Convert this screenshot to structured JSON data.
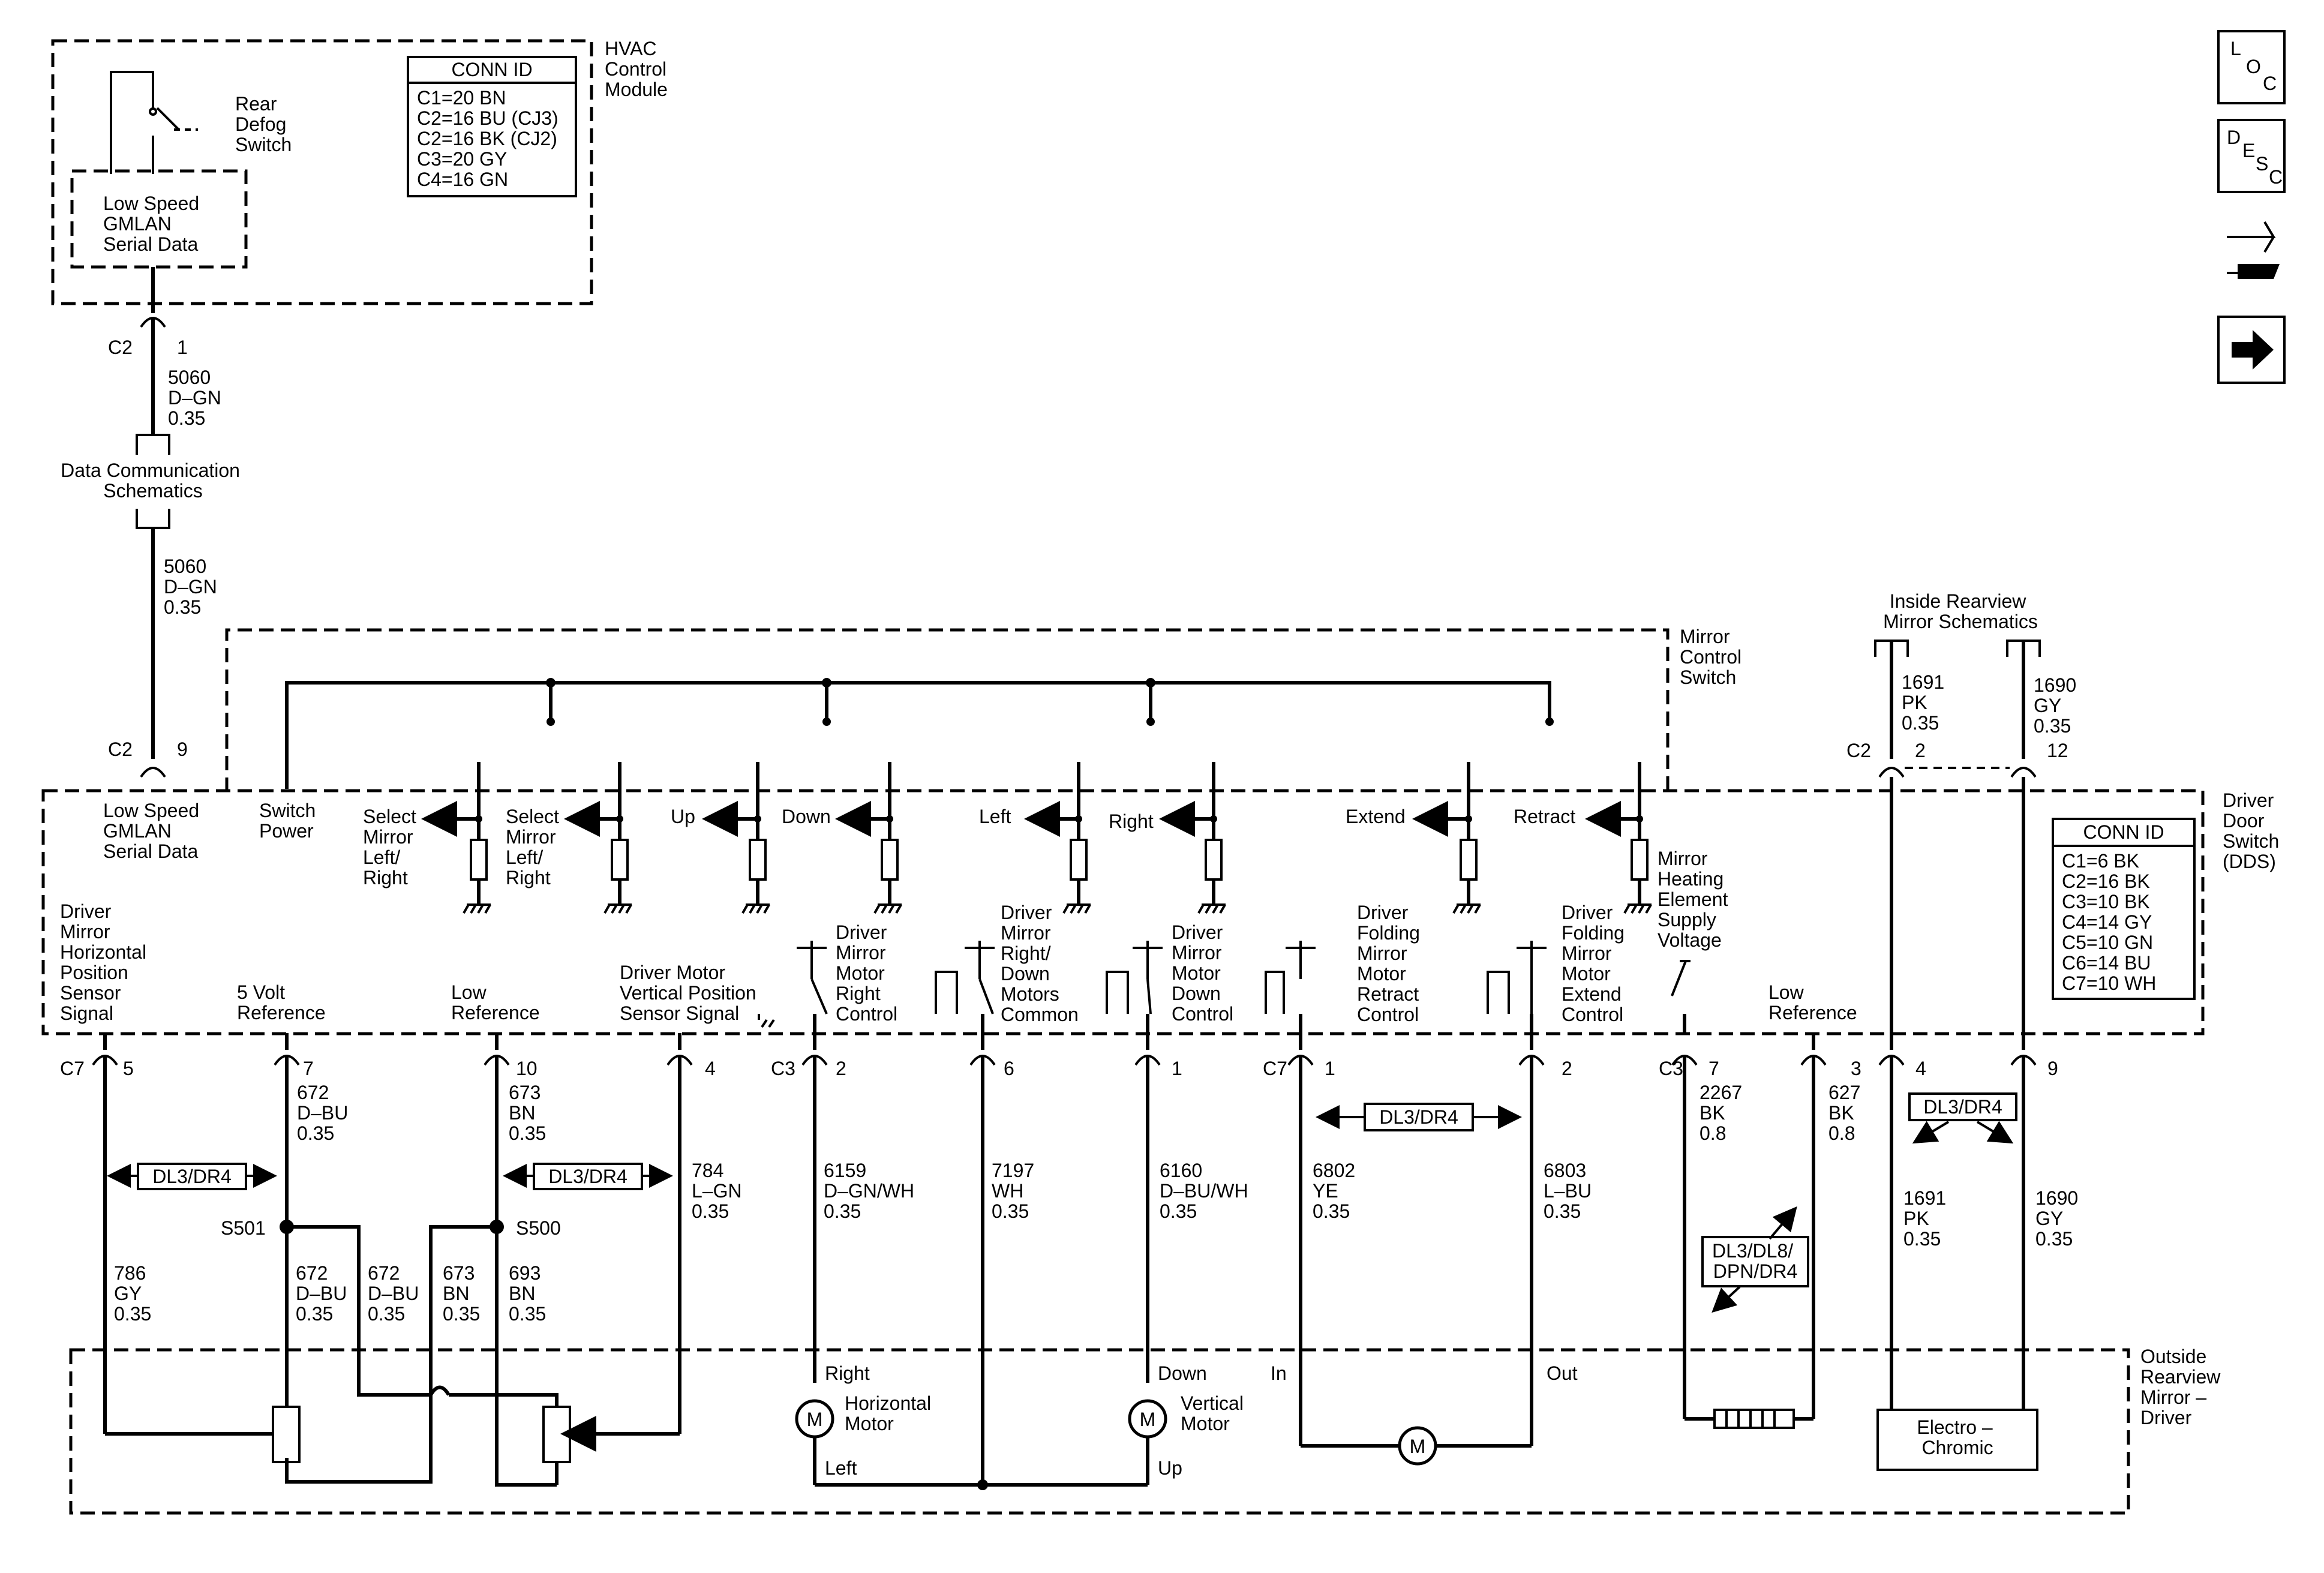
{
  "hvac": {
    "title_lines": [
      "HVAC",
      "Control",
      "Module"
    ],
    "switch_lines": [
      "Rear",
      "Defog",
      "Switch"
    ],
    "gmlan_lines": [
      "Low Speed",
      "GMLAN",
      "Serial Data"
    ],
    "conn_id_title": "CONN ID",
    "conn_id_rows": [
      "C1=20 BN",
      "C2=16 BU (CJ3)",
      "C2=16 BK (CJ2)",
      "C3=20 GY",
      "C4=16 GN"
    ]
  },
  "nav_icons": {
    "loc": [
      "L",
      "O",
      "C"
    ],
    "desc": [
      "D",
      "E",
      "S",
      "C"
    ]
  },
  "upper_wire": {
    "conn": "C2",
    "pin": "1",
    "circuit_lines": [
      "5060",
      "D–GN",
      "0.35"
    ],
    "schematics_lines": [
      "Data Communication",
      "Schematics"
    ],
    "lower_circuit_lines": [
      "5060",
      "D–GN",
      "0.35"
    ],
    "lower_conn": "C2",
    "lower_pin": "9"
  },
  "mirror_switch": {
    "title_lines": [
      "Mirror",
      "Control",
      "Switch"
    ],
    "switch_power_lines": [
      "Switch",
      "Power"
    ],
    "signals": [
      {
        "lines": [
          "Select",
          "Mirror",
          "Left/",
          "Right"
        ]
      },
      {
        "lines": [
          "Select",
          "Mirror",
          "Left/",
          "Right"
        ]
      },
      {
        "lines": [
          "Up"
        ]
      },
      {
        "lines": [
          "Down"
        ]
      },
      {
        "lines": [
          "Left"
        ]
      },
      {
        "lines": [
          "Right"
        ]
      },
      {
        "lines": [
          "Extend"
        ]
      },
      {
        "lines": [
          "Retract"
        ]
      }
    ]
  },
  "inside_mirror": {
    "title_lines": [
      "Inside Rearview",
      "Mirror Schematics"
    ],
    "left_circuit_lines": [
      "1691",
      "PK",
      "0.35"
    ],
    "right_circuit_lines": [
      "1690",
      "GY",
      "0.35"
    ],
    "conn": "C2",
    "pin_left": "2",
    "pin_right": "12"
  },
  "dds": {
    "title_lines": [
      "Driver",
      "Door",
      "Switch",
      "(DDS)"
    ],
    "gmlan_lines": [
      "Low Speed",
      "GMLAN",
      "Serial Data"
    ],
    "conn_id_title": "CONN ID",
    "conn_id_rows": [
      "C1=6 BK",
      "C2=16 BK",
      "C3=10 BK",
      "C4=14 GY",
      "C5=10 GN",
      "C6=14 BU",
      "C7=10 WH"
    ],
    "heating_lines": [
      "Mirror",
      "Heating",
      "Element",
      "Supply",
      "Voltage"
    ],
    "pin_labels": [
      {
        "lines": [
          "Driver",
          "Mirror",
          "Horizontal",
          "Position",
          "Sensor",
          "Signal"
        ]
      },
      {
        "lines": [
          "5 Volt",
          "Reference"
        ]
      },
      {
        "lines": [
          "Low",
          "Reference"
        ]
      },
      {
        "lines": [
          "Driver Motor",
          "Vertical Position",
          "Sensor Signal"
        ]
      },
      {
        "lines": [
          "Driver",
          "Mirror",
          "Motor",
          "Right",
          "Control"
        ]
      },
      {
        "lines": [
          "Driver",
          "Mirror",
          "Right/",
          "Down",
          "Motors",
          "Common"
        ]
      },
      {
        "lines": [
          "Driver",
          "Mirror",
          "Motor",
          "Down",
          "Control"
        ]
      },
      {
        "lines": [
          "Driver",
          "Folding",
          "Mirror",
          "Motor",
          "Retract",
          "Control"
        ]
      },
      {
        "lines": [
          "Driver",
          "Folding",
          "Mirror",
          "Motor",
          "Extend",
          "Control"
        ]
      },
      {
        "lines": [
          "Low",
          "Reference"
        ]
      }
    ]
  },
  "connectors": {
    "c7_left": "C7",
    "c3_mid": "C3",
    "c7_mid": "C7",
    "c3_right": "C3",
    "pins": [
      "5",
      "7",
      "10",
      "4",
      "2",
      "6",
      "1",
      "1",
      "2",
      "7",
      "3",
      "4",
      "9"
    ]
  },
  "wires": [
    {
      "lines": [
        "672",
        "D–BU",
        "0.35"
      ]
    },
    {
      "lines": [
        "673",
        "BN",
        "0.35"
      ]
    },
    {
      "lines": [
        "784",
        "L–GN",
        "0.35"
      ]
    },
    {
      "lines": [
        "6159",
        "D–GN/WH",
        "0.35"
      ]
    },
    {
      "lines": [
        "7197",
        "WH",
        "0.35"
      ]
    },
    {
      "lines": [
        "6160",
        "D–BU/WH",
        "0.35"
      ]
    },
    {
      "lines": [
        "6802",
        "YE",
        "0.35"
      ]
    },
    {
      "lines": [
        "6803",
        "L–BU",
        "0.35"
      ]
    },
    {
      "lines": [
        "2267",
        "BK",
        "0.8"
      ]
    },
    {
      "lines": [
        "627",
        "BK",
        "0.8"
      ]
    },
    {
      "lines": [
        "1691",
        "PK",
        "0.35"
      ]
    },
    {
      "lines": [
        "1690",
        "GY",
        "0.35"
      ]
    },
    {
      "lines": [
        "786",
        "GY",
        "0.35"
      ]
    },
    {
      "lines": [
        "672",
        "D–BU",
        "0.35"
      ]
    },
    {
      "lines": [
        "672",
        "D–BU",
        "0.35"
      ]
    },
    {
      "lines": [
        "673",
        "BN",
        "0.35"
      ]
    },
    {
      "lines": [
        "693",
        "BN",
        "0.35"
      ]
    }
  ],
  "splices": {
    "s501": "S501",
    "s500": "S500"
  },
  "options": {
    "dl3_dr4": "DL3/DR4",
    "dl3_multi_lines": [
      "DL3/DL8/",
      "DPN/DR4"
    ]
  },
  "outside_mirror": {
    "title_lines": [
      "Outside",
      "Rearview",
      "Mirror –",
      "Driver"
    ],
    "horizontal_motor_lines": [
      "Horizontal",
      "Motor"
    ],
    "vertical_motor_lines": [
      "Vertical",
      "Motor"
    ],
    "motor_symbol": "M",
    "right": "Right",
    "left": "Left",
    "down": "Down",
    "up": "Up",
    "in": "In",
    "out": "Out",
    "electrochromic_lines": [
      "Electro –",
      "Chromic"
    ]
  }
}
